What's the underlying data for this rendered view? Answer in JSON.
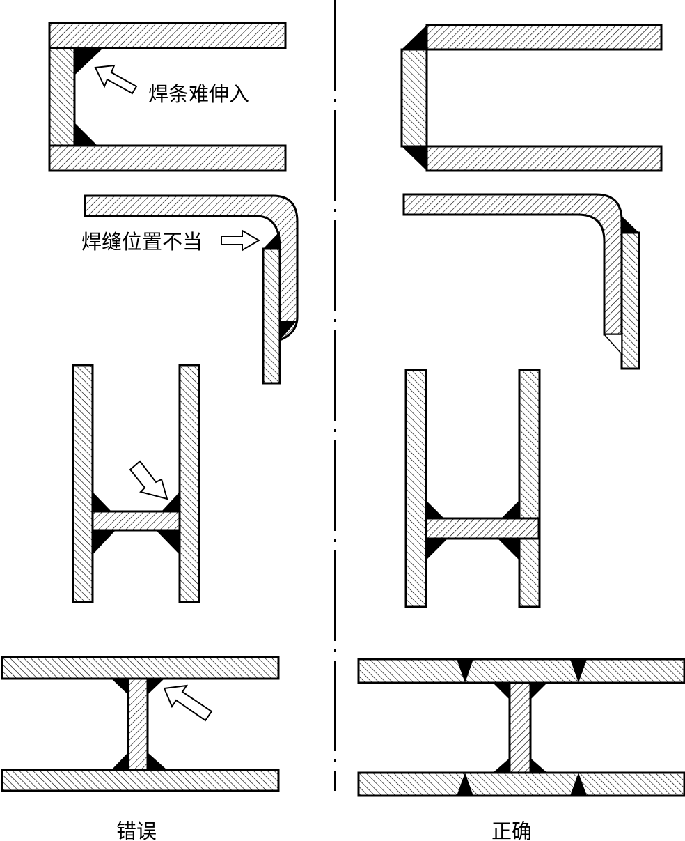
{
  "labels": {
    "hard_to_reach": "焊条难伸入",
    "bad_position": "焊缝位置不当",
    "wrong": "错误",
    "correct": "正确"
  },
  "colors": {
    "stroke": "#000000",
    "weld": "#000000",
    "background": "#ffffff"
  }
}
